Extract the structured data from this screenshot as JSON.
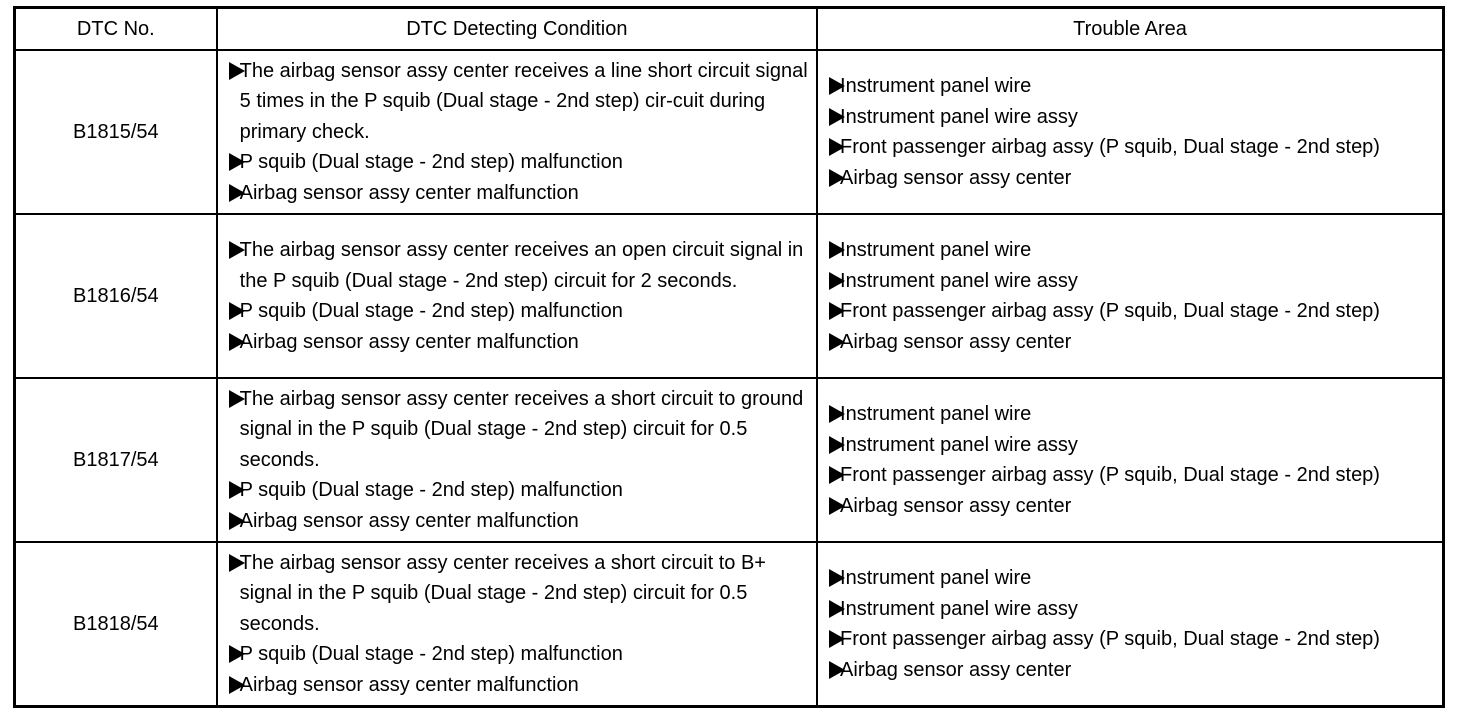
{
  "table": {
    "headers": {
      "dtc_no": "DTC No.",
      "condition": "DTC Detecting Condition",
      "trouble_area": "Trouble Area"
    },
    "rows": [
      {
        "dtc_no": "B1815/54",
        "conditions": [
          "The airbag sensor assy center receives a line short circuit signal 5 times in the P squib (Dual stage - 2nd step) cir-cuit during primary check.",
          "P squib (Dual stage - 2nd step) malfunction",
          "Airbag sensor assy center malfunction"
        ],
        "trouble_areas": [
          "Instrument panel wire",
          "Instrument panel wire assy",
          "Front passenger airbag assy (P squib, Dual stage - 2nd step)",
          "Airbag sensor assy center"
        ]
      },
      {
        "dtc_no": "B1816/54",
        "conditions": [
          "The airbag sensor assy center receives an open circuit signal in the P squib (Dual stage - 2nd step) circuit for 2 seconds.",
          "P squib (Dual stage - 2nd step) malfunction",
          "Airbag sensor assy center malfunction"
        ],
        "trouble_areas": [
          "Instrument panel wire",
          "Instrument panel wire assy",
          "Front passenger airbag assy (P squib, Dual stage - 2nd step)",
          "Airbag sensor assy center"
        ]
      },
      {
        "dtc_no": "B1817/54",
        "conditions": [
          "The airbag sensor assy center receives a short circuit to ground signal in the P squib (Dual stage - 2nd step) circuit for 0.5 seconds.",
          "P squib (Dual stage - 2nd step) malfunction",
          "Airbag sensor assy center malfunction"
        ],
        "trouble_areas": [
          "Instrument panel wire",
          "Instrument panel wire assy",
          "Front passenger airbag assy (P squib, Dual stage - 2nd step)",
          "Airbag sensor assy center"
        ]
      },
      {
        "dtc_no": "B1818/54",
        "conditions": [
          "The airbag sensor assy center receives a short circuit to B+ signal in the P squib (Dual stage - 2nd step) circuit for 0.5 seconds.",
          "P squib (Dual stage - 2nd step) malfunction",
          "Airbag sensor assy center malfunction"
        ],
        "trouble_areas": [
          "Instrument panel wire",
          "Instrument panel wire assy",
          "Front passenger airbag assy (P squib, Dual stage - 2nd step)",
          "Airbag sensor assy center"
        ]
      }
    ],
    "bullet_icon": "arrow-right-icon"
  }
}
